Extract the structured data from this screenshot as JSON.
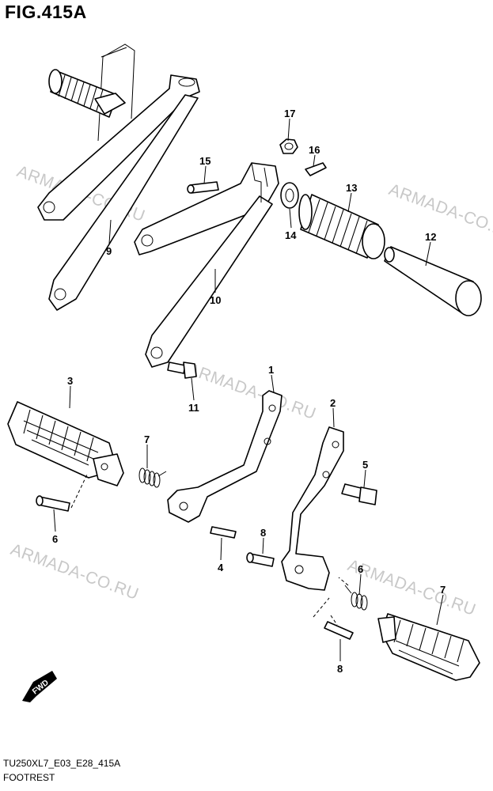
{
  "figure": {
    "title": "FIG.415A"
  },
  "watermark": "ARMADA-CO.RU",
  "direction_badge": "FWD",
  "callouts": [
    "17",
    "16",
    "15",
    "13",
    "14",
    "12",
    "9",
    "10",
    "11",
    "1",
    "3",
    "2",
    "7",
    "5",
    "6",
    "8",
    "6",
    "7",
    "4",
    "8"
  ],
  "footer": {
    "model_code": "TU250XL7_E03_E28_415A",
    "section_name": "FOOTREST"
  }
}
